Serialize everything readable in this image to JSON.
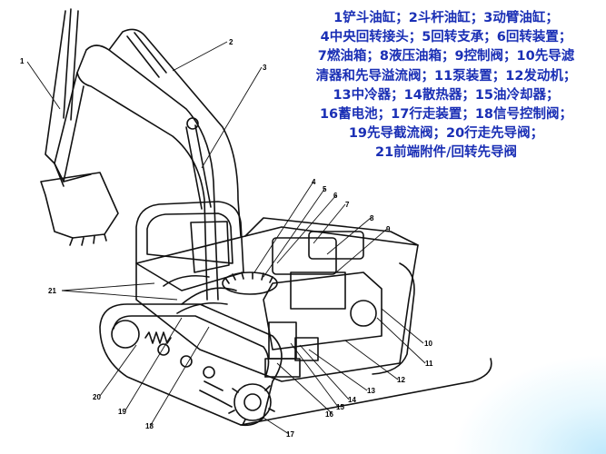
{
  "legend_lines": [
    "1铲斗油缸；2斗杆油缸；3动臂油缸；",
    "4中央回转接头；5回转支承；6回转装置；",
    "7燃油箱；8液压油箱；9控制阀；10先导滤",
    "清器和先导溢流阀；11泵装置；12发动机；",
    "13中冷器；14散热器；15油冷却器；",
    "16蓄电池；17行走装置；18信号控制阀；",
    "19先导截流阀；20行走先导阀；",
    "21前端附件/回转先导阀"
  ],
  "callouts": [
    "1",
    "2",
    "3",
    "4",
    "5",
    "6",
    "7",
    "8",
    "9",
    "10",
    "11",
    "12",
    "13",
    "14",
    "15",
    "16",
    "17",
    "18",
    "19",
    "20",
    "21"
  ],
  "colors": {
    "legend_text": "#1a2fb5",
    "line_art": "#111111",
    "accent_glow": "#aee1fa"
  }
}
